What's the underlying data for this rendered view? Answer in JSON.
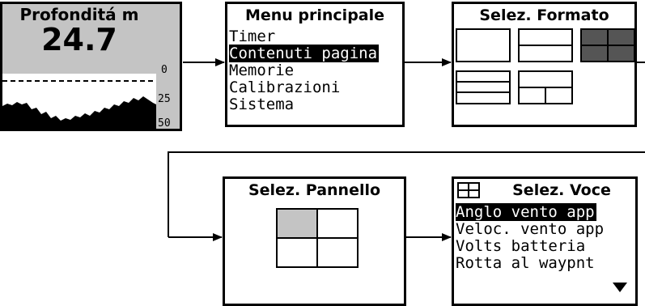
{
  "depth_screen": {
    "title": "Profonditá m",
    "value": "24.7",
    "scale": [
      "0",
      "25",
      "50"
    ]
  },
  "main_menu": {
    "title": "Menu principale",
    "items": [
      "Timer",
      "Contenuti pagina",
      "Memorie",
      "Calibrazioni",
      "Sistema"
    ],
    "selected_index": 1
  },
  "format_screen": {
    "title": "Selez. Formato"
  },
  "panel_screen": {
    "title": "Selez. Pannello"
  },
  "item_screen": {
    "title": "Selez. Voce",
    "items": [
      "Anglo vento app",
      "Veloc. vento app",
      "Volts batteria",
      "Rotta al waypnt"
    ],
    "selected_index": 0,
    "scroll_icon": "down-triangle-icon"
  },
  "colors": {
    "screen_gray": "#c4c4c4",
    "cell_dark": "#555555",
    "line": "#000000"
  }
}
